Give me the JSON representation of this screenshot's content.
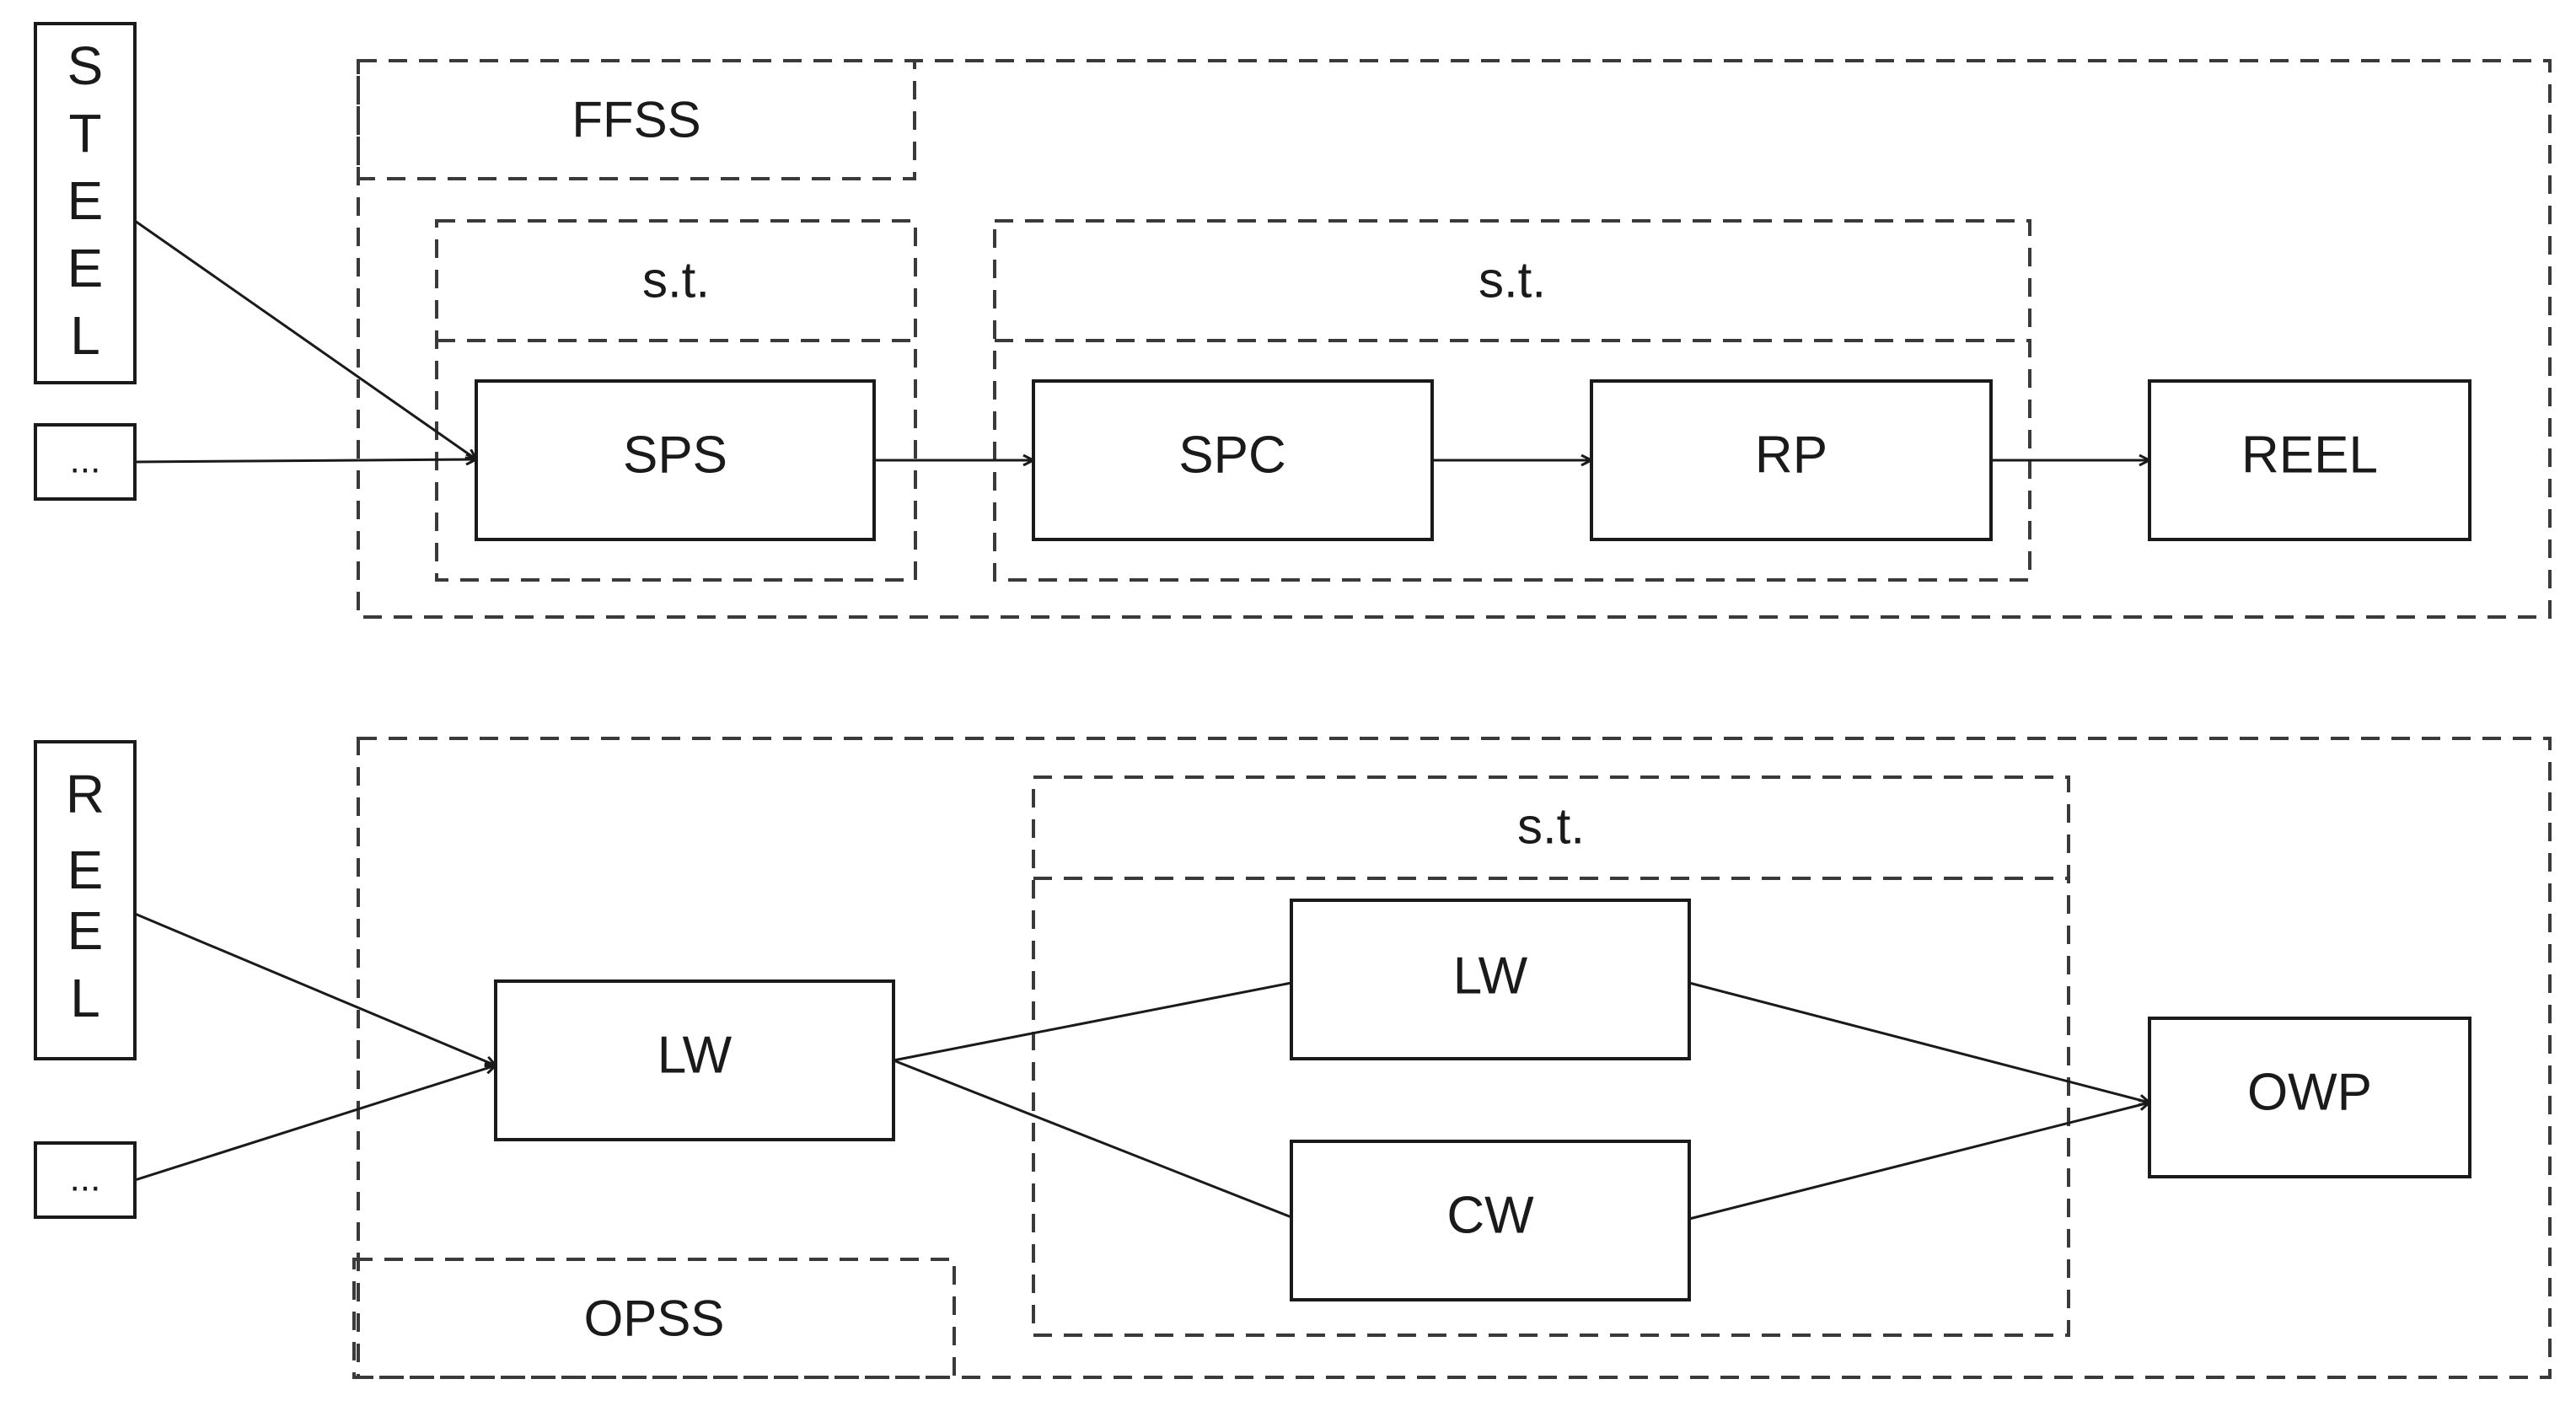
{
  "diagram": {
    "top": {
      "system_label": "FFSS",
      "input_label": "STEEL",
      "other_input_label": "...",
      "subtask_labels": [
        "s.t.",
        "s.t."
      ],
      "nodes": {
        "sps": "SPS",
        "spc": "SPC",
        "rp": "RP",
        "reel": "REEL"
      }
    },
    "bottom": {
      "system_label": "OPSS",
      "input_label": "REEL",
      "other_input_label": "...",
      "subtask_label": "s.t.",
      "nodes": {
        "lw_main": "LW",
        "lw_branch": "LW",
        "cw": "CW",
        "owp": "OWP"
      }
    }
  }
}
